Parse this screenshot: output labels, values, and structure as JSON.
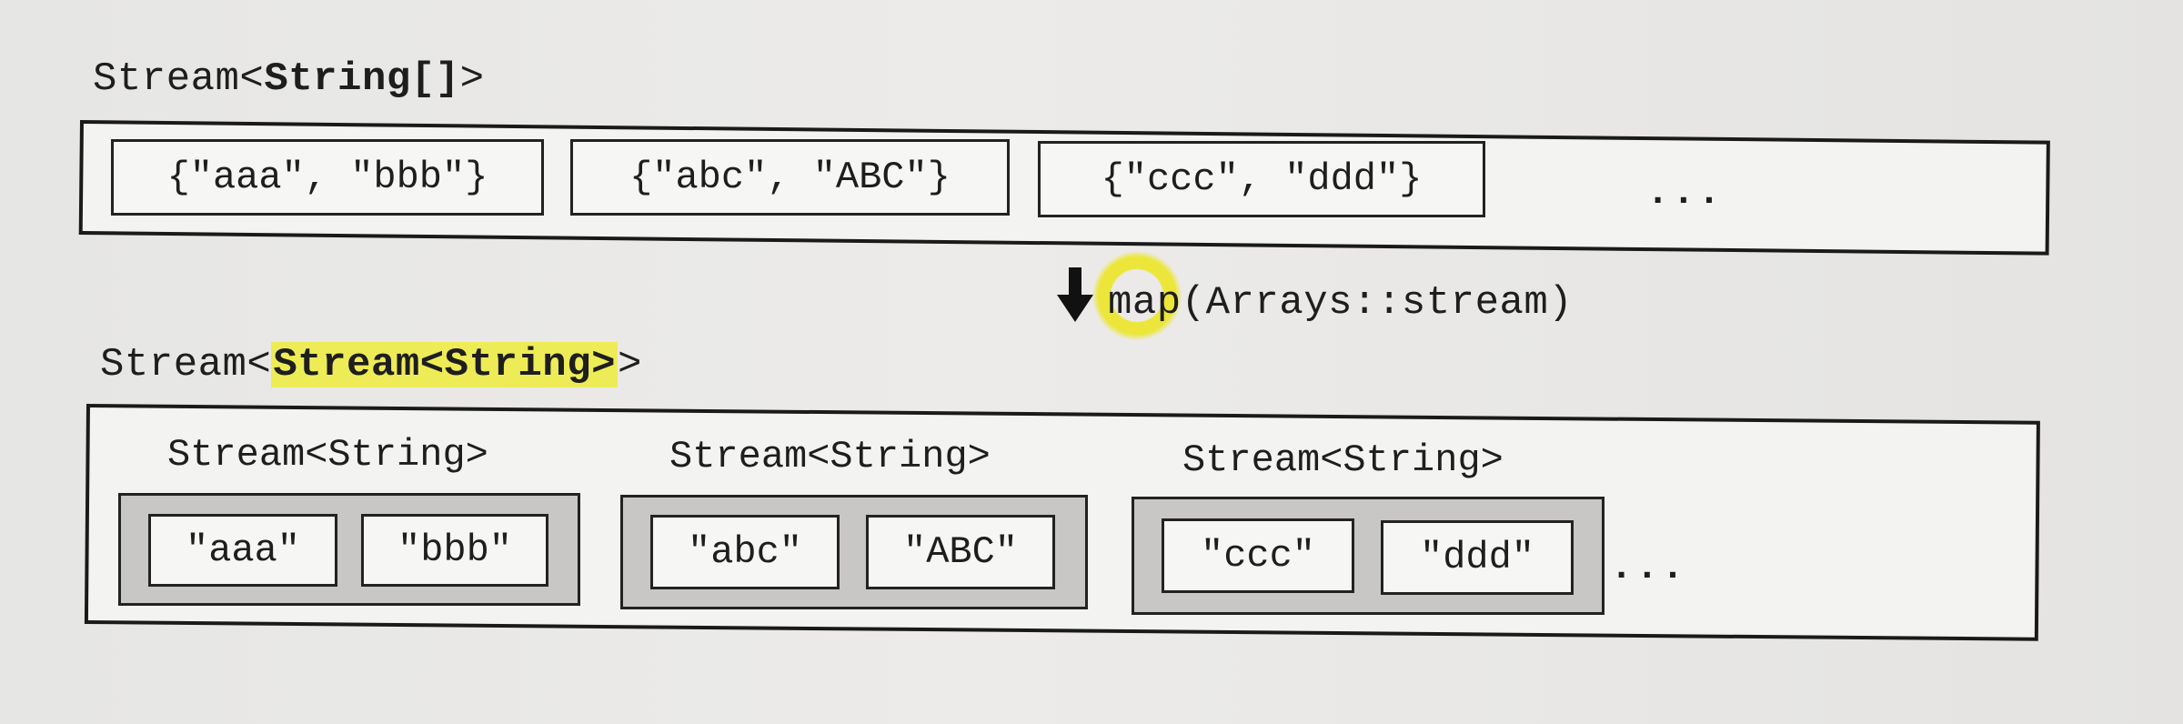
{
  "top": {
    "label_prefix": "Stream<",
    "label_type": "String[]",
    "label_suffix": ">",
    "arrays": [
      "{\"aaa\", \"bbb\"}",
      "{\"abc\", \"ABC\"}",
      "{\"ccc\", \"ddd\"}"
    ],
    "ellipsis": "..."
  },
  "operation": {
    "arrow": "🡇",
    "method": "map",
    "args": "(Arrays::stream)"
  },
  "bottom": {
    "label_prefix": "Stream<",
    "label_type": "Stream<String>",
    "label_suffix": ">",
    "streams": [
      {
        "label": "Stream<String>",
        "items": [
          "\"aaa\"",
          "\"bbb\""
        ]
      },
      {
        "label": "Stream<String>",
        "items": [
          "\"abc\"",
          "\"ABC\""
        ]
      },
      {
        "label": "Stream<String>",
        "items": [
          "\"ccc\"",
          "\"ddd\""
        ]
      }
    ],
    "ellipsis": "..."
  },
  "colors": {
    "highlight": "#eeec3c",
    "stream_fill": "#c8c7c5",
    "border": "#1a1a1a"
  }
}
